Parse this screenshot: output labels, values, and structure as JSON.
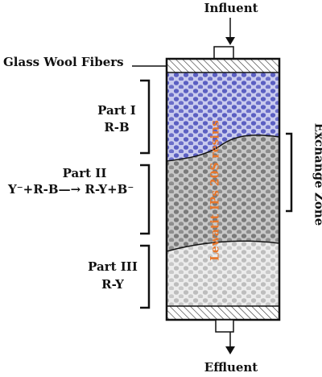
{
  "labels": {
    "influent": "Influent",
    "effluent": "Effluent",
    "glass_wool": "Glass Wool Fibers",
    "part1_title": "Part I",
    "part1_sub": "R-B",
    "part2_title": "Part II",
    "part2_reaction": "Y⁻+R-B—→ R-Y+B⁻",
    "part3_title": "Part III",
    "part3_sub": "R-Y",
    "exchange_zone": "Exchange Zone",
    "resin": "Lewatit IPs 20S resins"
  },
  "colors": {
    "blue_zone": "#6f72c8",
    "gray_zone": "#8a8a8a",
    "light_zone": "#cfcfcf",
    "resin_label": "#e8762a"
  }
}
